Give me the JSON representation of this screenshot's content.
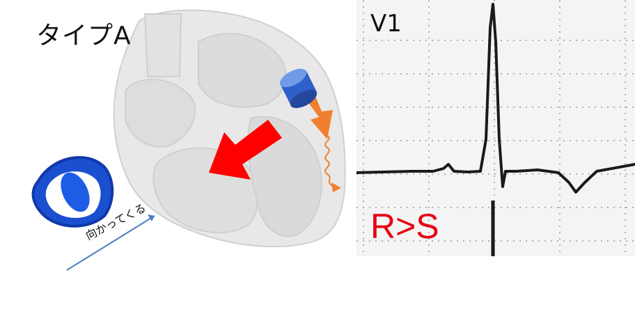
{
  "diagram": {
    "title": "タイプA",
    "approach_label": "向かってくる",
    "lead_label": "V1",
    "ratio_label": "R>S"
  },
  "icons": [
    "eye-icon",
    "electrode-icon",
    "vector-arrow",
    "conduction-arrow"
  ],
  "colors": {
    "heart_fill": "#e6e6e6",
    "heart_stroke": "#d4d4d4",
    "vector_arrow": "#ff0000",
    "conduction_arrow": "#f08030",
    "electrode": "#3b6fd6",
    "eye": "#1a4fd0",
    "approach_arrow": "#4a7fc1",
    "ratio_text": "#e60012"
  }
}
